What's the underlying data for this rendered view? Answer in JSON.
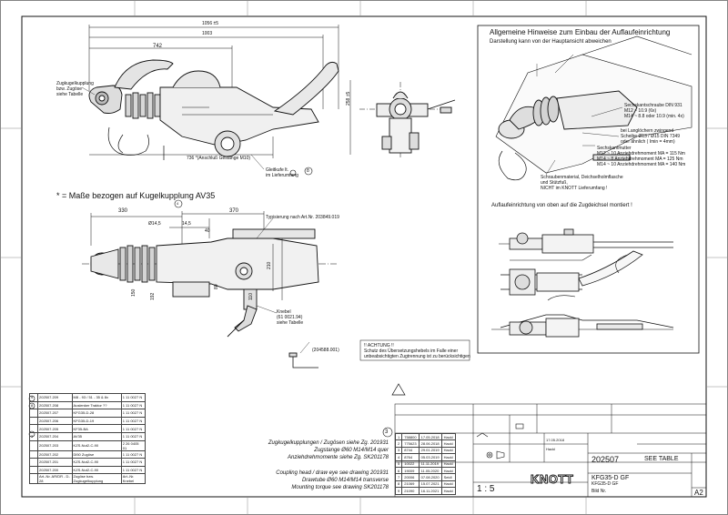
{
  "dims": {
    "overall": "1056 ±5",
    "d1003": "1003",
    "d742": "742",
    "d736": "736 *(Anschluß Gestänge M10)",
    "d258": "258 ±5",
    "d330": "330",
    "d370": "370",
    "dia145": "Ø14,5",
    "d14_5": "14,5",
    "d40": "40",
    "d210": "210",
    "d80": "80",
    "d150": "150",
    "d192": "192",
    "d110": "110"
  },
  "left_notes": {
    "zugkugel": [
      "Zugkugelkupplung",
      "bzw. Zugöse",
      "siehe Tabelle"
    ],
    "gleitkufe": [
      "Gleitkufe lt.",
      "im Lieferumfang"
    ],
    "gleitkufe_num": "8",
    "footnote": "* = Maße bezogen auf Kugelkupplung AV35",
    "footnote_num": "4",
    "typisierung": "Typisierung nach Art.Nr. 203849.019",
    "kniebel": [
      "Knebel",
      "(61 0021.94)",
      "siehe Tabelle"
    ],
    "part_ref": "(204588.001)",
    "achtung": [
      "!! ACHTUNG !!",
      "Schutz des Übersetzungshebels im Falle einer",
      "unbeabsichtigten Zugtrennung ist zu berücksichtigen"
    ]
  },
  "right_notes": {
    "title": "Allgemeine Hinweise zum Einbau der Auflaufeinrichtung",
    "subtitle": "Darstellung kann von der Hauptansicht abweichen",
    "sechskant": [
      "Sechskantschraube DIN 931",
      "M12 ~ 10.9 (6x)",
      "M14 ~ 8.8 oder 10.9 (min. 4x)"
    ],
    "langloch": [
      "bei Langlöchern zwingend",
      "Scheibe Ø13 / Ø15 DIN 7349",
      "oder ähnlich ( Imin = 4mm)"
    ],
    "mutter": [
      "Sechskantmutter",
      "M12 ~ 10  Anziehdrehmoment MA = 115 Nm",
      "M14 ~ 8   Anziehdrehmoment MA = 125 Nm",
      "M14 ~ 10  Anziehdrehmoment MA = 140 Nm"
    ],
    "schraub": [
      "Schraubenmaterial, Deichselholmflasche",
      "und Stützfuß,",
      "NICHT im KNOTT Lieferumfang !"
    ],
    "montiert": "Auflaufeinrichtung von oben auf die Zugdeichsel montiert !"
  },
  "parts_table": [
    [
      "9",
      "202507.209",
      "M8 - 93 / 51 - 35 & 8x",
      "1 11 0027 N"
    ],
    [
      "8",
      "202507.208",
      "Auslenker Traktor ??",
      "1 11 0027 N"
    ],
    [
      "",
      "202507.207",
      "KFG35-D-28",
      "1 11 0027 N"
    ],
    [
      "",
      "202507.206",
      "KFG35-D-19",
      "1 11 0027 N"
    ],
    [
      "",
      "202507.205",
      "KF35-BA",
      "1 11 0027 N"
    ],
    [
      "3",
      "202507.204",
      "AV35",
      "1 11 0027 N"
    ],
    [
      "",
      "202507.203",
      "KZS-Nut2-C-90",
      "2 26 0405 01"
    ],
    [
      "",
      "202507.202",
      "Dl50 Zugöse",
      "1 11 0027 N"
    ],
    [
      "",
      "202507.201",
      "KZS-Nut2-C-90",
      "1 11 0027 N"
    ],
    [
      "",
      "202507.200",
      "KZS-Nut2-C-90",
      "1 11 0027 N"
    ],
    [
      "",
      "Art.-Nr.\nAR/DR - D-28",
      "Zugöse bzw.\nZugkugelkupplung",
      "Art.-Nr.\nKnebel"
    ]
  ],
  "footer_text": {
    "circle3": "3",
    "de_lines": [
      "Zugkugelkupplungen / Zugösen siehe Zg. 201931",
      "Zugstange Ø60 M14/M14 quer",
      "Anziehdrehmomente siehe Zg. SK201178"
    ],
    "en_lines": [
      "Coupling head / draw eye see drawing 201931",
      "Drawtube Ø60 M14/M14 transverse",
      "Mounting torque see drawing SK201178"
    ]
  },
  "revisions": [
    [
      "1",
      "758800",
      "17.05.2018",
      "Hackl"
    ],
    [
      "2",
      "775623",
      "28.06.2018",
      "Hackl"
    ],
    [
      "3",
      "8744",
      "29.01.2019",
      "Hackl"
    ],
    [
      "4",
      "8764",
      "05.03.2019",
      "Hackl"
    ],
    [
      "5",
      "10022",
      "11.11.2019",
      "Hackl"
    ],
    [
      "6",
      "19009",
      "11.05.2020",
      "Hackl"
    ],
    [
      "7",
      "20006",
      "07.08.2020",
      "Seidl"
    ],
    [
      "8",
      "21069",
      "15.07.2021",
      "Hackl"
    ],
    [
      "9",
      "21090",
      "16.11.2021",
      "Hackl"
    ]
  ],
  "titleblock": {
    "scale": "1 : 5",
    "drawing_no": "202507",
    "see_table": "SEE TABLE",
    "title1": "KFG35-D GF",
    "title2": "KFG35-D GF",
    "subtitle": "Bild Nr.",
    "sheet_size": "A2",
    "brand": "KNOTT",
    "date": "17.05.2018",
    "drawn_by": "Hackl"
  }
}
